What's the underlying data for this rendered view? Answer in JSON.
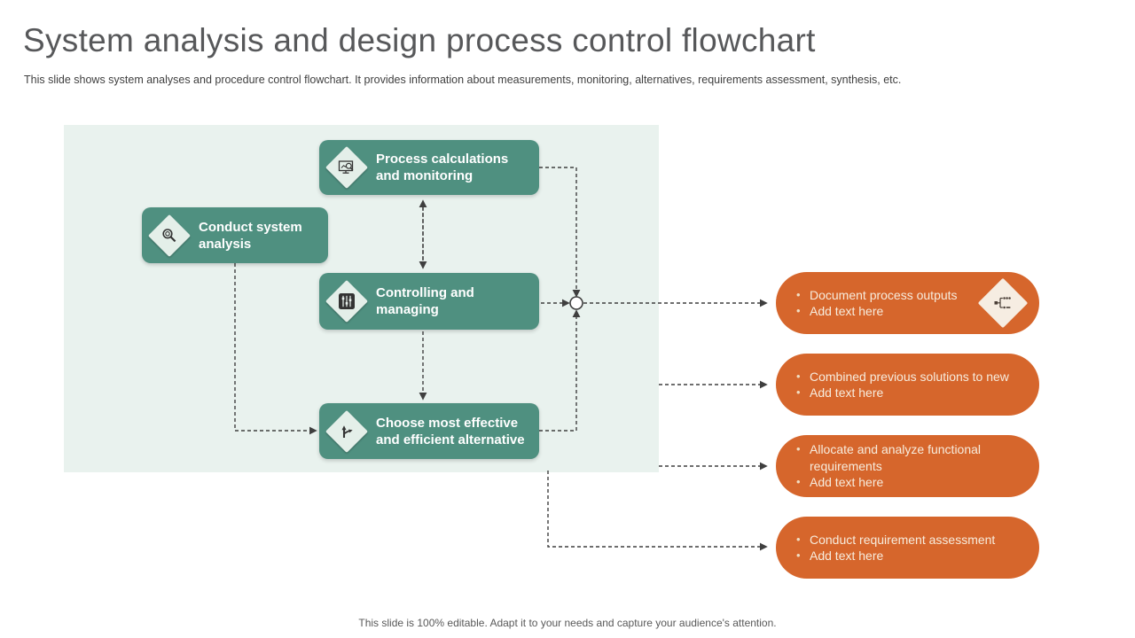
{
  "slide": {
    "title": "System analysis and design process control flowchart",
    "subtitle": "This slide shows system analyses and procedure control flowchart. It provides information about measurements, monitoring, alternatives, requirements assessment, synthesis, etc.",
    "footer": "This slide is 100% editable. Adapt it to your needs and capture your audience's attention."
  },
  "flowchart": {
    "process_nodes": [
      {
        "id": "process-calculations",
        "label": "Process calculations and monitoring",
        "icon": "monitor-magnifier-icon"
      },
      {
        "id": "conduct-system-analysis",
        "label": "Conduct system analysis",
        "icon": "magnifier-icon"
      },
      {
        "id": "controlling-managing",
        "label": "Controlling and managing",
        "icon": "sliders-icon"
      },
      {
        "id": "choose-alternative",
        "label": "Choose most effective and efficient alternative",
        "icon": "fork-arrow-icon"
      }
    ],
    "output_nodes": [
      {
        "icon": "hierarchy-icon",
        "bullets": [
          "Document process outputs",
          "Add text here"
        ]
      },
      {
        "bullets": [
          "Combined previous solutions to new",
          "Add text here"
        ]
      },
      {
        "bullets": [
          "Allocate and analyze functional requirements",
          "Add text here"
        ]
      },
      {
        "bullets": [
          "Conduct requirement assessment",
          "Add text here"
        ]
      }
    ]
  },
  "colors": {
    "green_box": "#4f9080",
    "mint_panel": "#e9f2ee",
    "orange_pill": "#d6662c",
    "diamond_mint": "#e4efe9",
    "diamond_cream": "#f6ede2",
    "connector": "#3f3f3f",
    "title_gray": "#57585a"
  }
}
